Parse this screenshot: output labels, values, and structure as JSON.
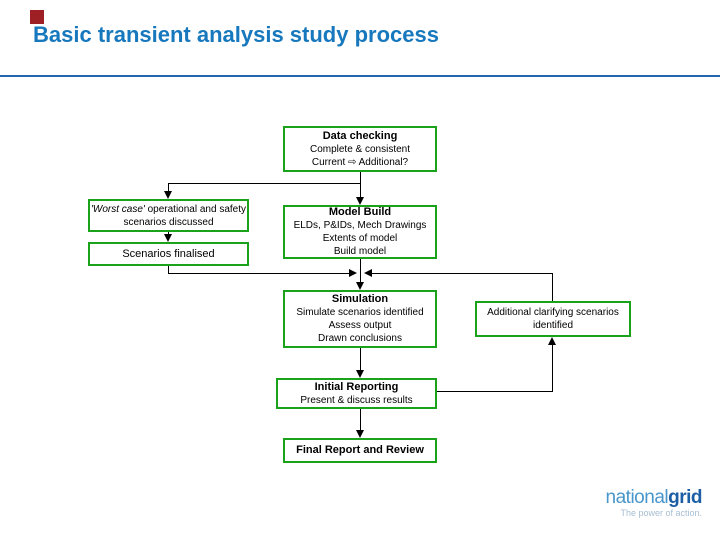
{
  "slide": {
    "title": "Basic transient analysis study process"
  },
  "flowchart": {
    "data_checking": {
      "heading": "Data checking",
      "line1": "Complete & consistent",
      "line2": "Current ⇨ Additional?"
    },
    "worst_case": {
      "italic_part": "'Worst case'",
      "rest_part": " operational and safety",
      "line2": "scenarios discussed"
    },
    "model_build": {
      "heading": "Model Build",
      "line1": "ELDs, P&IDs, Mech Drawings",
      "line2": "Extents of model",
      "line3": "Build model"
    },
    "scenarios_finalised": {
      "line1": "Scenarios finalised"
    },
    "simulation": {
      "heading": "Simulation",
      "line1": "Simulate scenarios identified",
      "line2": "Assess output",
      "line3": "Drawn conclusions"
    },
    "additional_scenarios": {
      "line1": "Additional clarifying scenarios",
      "line2": "identified"
    },
    "initial_reporting": {
      "heading": "Initial Reporting",
      "line1": "Present & discuss results"
    },
    "final_report": {
      "heading": "Final Report and Review"
    }
  },
  "logo": {
    "name_light": "national",
    "name_bold": "grid",
    "tagline": "The power of action."
  },
  "colors": {
    "title_blue": "#1778bd",
    "rule_blue": "#2066ae",
    "box_border_green": "#1aa31a",
    "connector_black": "#000000",
    "accent_red": "#9e1f24",
    "logo_light_blue": "#4896cb",
    "logo_dark_blue": "#1c5fa5",
    "tagline_blue": "#a7bed2"
  }
}
